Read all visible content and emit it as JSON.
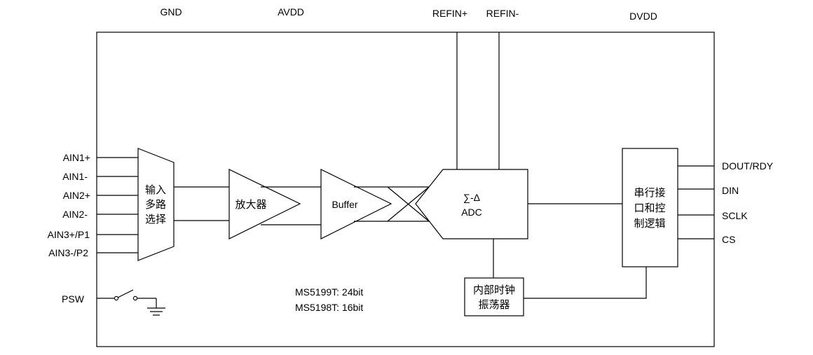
{
  "pins_top": {
    "gnd": "GND",
    "avdd": "AVDD",
    "refin_plus": "REFIN+",
    "refin_minus": "REFIN-",
    "dvdd": "DVDD"
  },
  "inputs": [
    "AIN1+",
    "AIN1-",
    "AIN2+",
    "AIN2-",
    "AIN3+/P1",
    "AIN3-/P2"
  ],
  "psw": "PSW",
  "mux": {
    "line1": "输入",
    "line2": "多路",
    "line3": "选择"
  },
  "amp": {
    "label": "放大器"
  },
  "buffer": {
    "label": "Buffer"
  },
  "adc": {
    "line1": "∑-Δ",
    "line2": "ADC"
  },
  "clock": {
    "line1": "内部时钟",
    "line2": "振荡器"
  },
  "serial": {
    "line1": "串行接",
    "line2": "口和控",
    "line3": "制逻辑"
  },
  "outputs": [
    "DOUT/RDY",
    "DIN",
    "SCLK",
    "CS"
  ],
  "variants": {
    "line1": "MS5199T: 24bit",
    "line2": "MS5198T: 16bit"
  }
}
